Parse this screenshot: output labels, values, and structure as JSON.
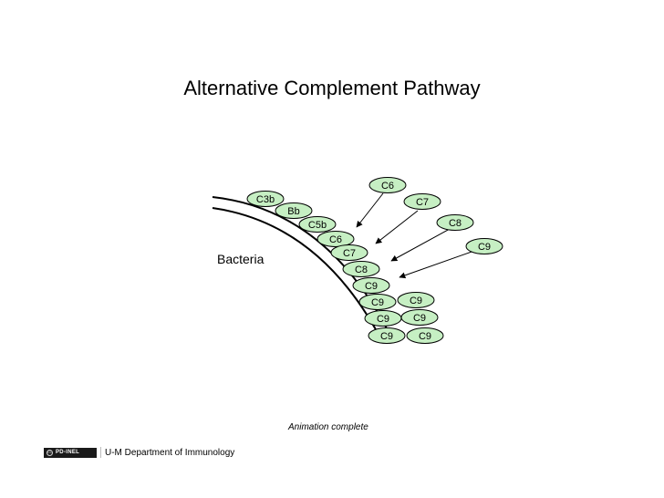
{
  "slide": {
    "title": "Alternative Complement Pathway",
    "bacteria_label": "Bacteria",
    "status": "Animation complete"
  },
  "footer": {
    "logo_text": "PD-INEL",
    "logo_symbol": "cc",
    "credit": "U-M Department of Immunology"
  },
  "colors": {
    "protein_fill": "#c6efc3",
    "protein_stroke": "#000000",
    "membrane": "#000000",
    "logo_bg": "#1a1a1a"
  },
  "proteins": [
    {
      "id": "c3b",
      "label": "C3b"
    },
    {
      "id": "bb",
      "label": "Bb"
    },
    {
      "id": "c5b",
      "label": "C5b"
    },
    {
      "id": "c6-bound",
      "label": "C6"
    },
    {
      "id": "c7-bound",
      "label": "C7"
    },
    {
      "id": "c8-bound",
      "label": "C8"
    },
    {
      "id": "c9-a",
      "label": "C9"
    },
    {
      "id": "c9-b",
      "label": "C9"
    },
    {
      "id": "c9-c",
      "label": "C9"
    },
    {
      "id": "c9-d",
      "label": "C9"
    },
    {
      "id": "c9-e",
      "label": "C9"
    },
    {
      "id": "c9-f",
      "label": "C9"
    },
    {
      "id": "c9-g",
      "label": "C9"
    },
    {
      "id": "c6-free",
      "label": "C6"
    },
    {
      "id": "c7-free",
      "label": "C7"
    },
    {
      "id": "c8-free",
      "label": "C8"
    },
    {
      "id": "c9-free",
      "label": "C9"
    }
  ]
}
